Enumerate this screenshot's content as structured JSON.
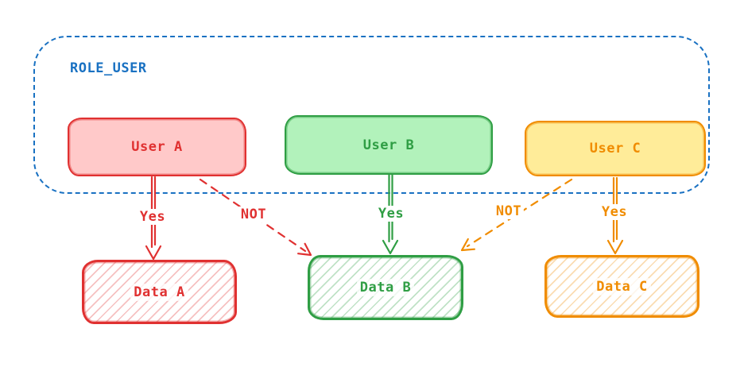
{
  "canvas": {
    "background": "#ffffff"
  },
  "group": {
    "label": "ROLE_USER",
    "color": "#1971c2",
    "border_style": "dashed"
  },
  "nodes": {
    "users": [
      {
        "label": "User A",
        "stroke": "#e03131",
        "fill": "#ffc9c9",
        "fill_style": "solid"
      },
      {
        "label": "User B",
        "stroke": "#2f9e44",
        "fill": "#b2f2bb",
        "fill_style": "solid"
      },
      {
        "label": "User C",
        "stroke": "#f08c00",
        "fill": "#ffec99",
        "fill_style": "solid"
      }
    ],
    "data": [
      {
        "label": "Data A",
        "stroke": "#e03131",
        "fill_style": "hachure"
      },
      {
        "label": "Data B",
        "stroke": "#2f9e44",
        "fill_style": "hachure"
      },
      {
        "label": "Data C",
        "stroke": "#f08c00",
        "fill_style": "hachure"
      }
    ]
  },
  "edges": [
    {
      "from": "User A",
      "to": "Data A",
      "label": "Yes",
      "style": "solid",
      "color": "#e03131"
    },
    {
      "from": "User A",
      "to": "Data B",
      "label": "NOT",
      "style": "dashed",
      "color": "#e03131"
    },
    {
      "from": "User B",
      "to": "Data B",
      "label": "Yes",
      "style": "solid",
      "color": "#2f9e44"
    },
    {
      "from": "User C",
      "to": "Data B",
      "label": "NOT",
      "style": "dashed",
      "color": "#f08c00"
    },
    {
      "from": "User C",
      "to": "Data C",
      "label": "Yes",
      "style": "solid",
      "color": "#f08c00"
    }
  ]
}
